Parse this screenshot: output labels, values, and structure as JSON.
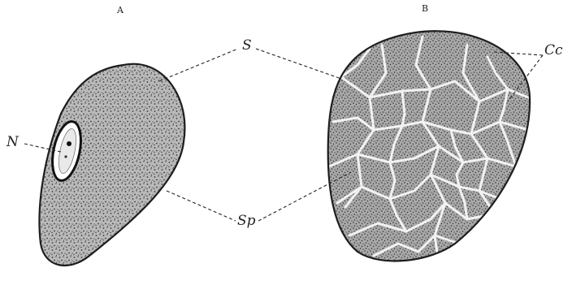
{
  "figure": {
    "panels": [
      {
        "id": "A",
        "caption": "A"
      },
      {
        "id": "B",
        "caption": "B"
      }
    ],
    "labels": {
      "nucleus": "N",
      "s": "S",
      "sp": "Sp",
      "cc": "Cc"
    },
    "colors": {
      "ink": "#222222",
      "stipple": "#3a3a3a",
      "cell_fill": "#a9a9a9",
      "canal": "#f2f2f2",
      "background": "#ffffff"
    }
  }
}
